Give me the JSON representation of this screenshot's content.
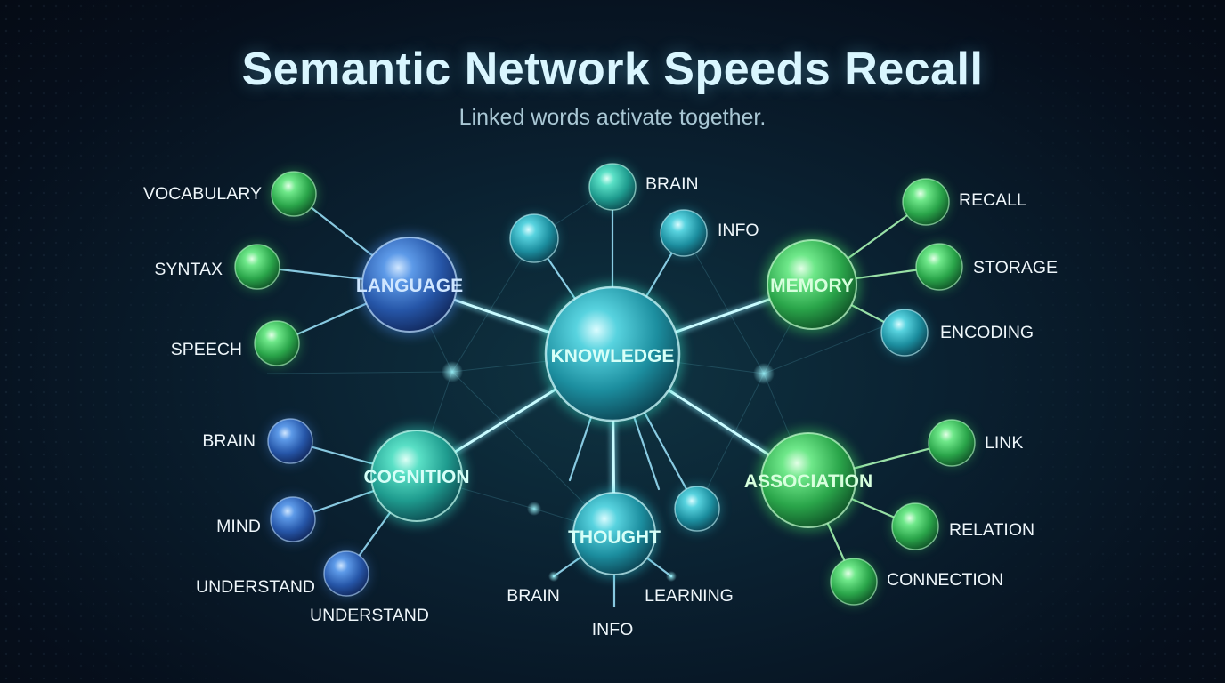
{
  "title": "Semantic Network Speeds Recall",
  "subtitle": "Linked words activate together.",
  "hubs": {
    "language": "LANGUAGE",
    "memory": "MEMORY",
    "knowledge": "KNOWLEDGE",
    "cognition": "COGNITION",
    "association": "ASSOCIATION",
    "thought": "THOUGHT"
  },
  "terms": {
    "vocabulary": "VOCABULARY",
    "syntax": "SYNTAX",
    "speech": "SPEECH",
    "brain_left": "BRAIN",
    "mind": "MIND",
    "understand_1": "UNDERSTAND",
    "understand_2": "UNDERSTAND",
    "brain_top": "BRAIN",
    "info_top": "INFO",
    "recall": "RECALL",
    "storage": "STORAGE",
    "encoding": "ENCODING",
    "link": "LINK",
    "relation": "RELATION",
    "connection": "CONNECTION",
    "brain_bottom": "BRAIN",
    "learning": "LEARNING",
    "info_bottom": "INFO"
  },
  "colors": {
    "blue": "#3f7fd6",
    "green": "#3ecf5e",
    "cyan": "#2fc2d0",
    "teal": "#34d6c0"
  }
}
